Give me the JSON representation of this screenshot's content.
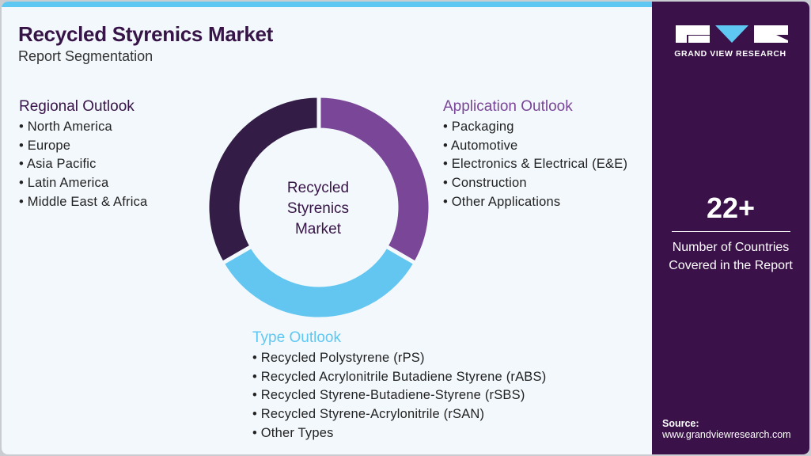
{
  "header": {
    "title": "Recycled Styrenics Market",
    "subtitle": "Report Segmentation"
  },
  "donut": {
    "center_label": [
      "Recycled",
      "Styrenics",
      "Market"
    ],
    "segments": [
      {
        "name": "Application Outlook",
        "share": 1,
        "color": "#7a4697"
      },
      {
        "name": "Type Outlook",
        "share": 1,
        "color": "#63c6f0"
      },
      {
        "name": "Regional Outlook",
        "share": 1,
        "color": "#331d46"
      }
    ]
  },
  "regional": {
    "heading": "Regional Outlook",
    "items": [
      "North America",
      "Europe",
      "Asia Pacific",
      "Latin America",
      "Middle East & Africa"
    ]
  },
  "application": {
    "heading": "Application Outlook",
    "items": [
      "Packaging",
      "Automotive",
      "Electronics & Electrical (E&E)",
      "Construction",
      "Other Applications"
    ]
  },
  "type": {
    "heading": "Type Outlook",
    "items": [
      "Recycled Polystyrene (rPS)",
      "Recycled Acrylonitrile Butadiene Styrene (rABS)",
      "Recycled Styrene-Butadiene-Styrene (rSBS)",
      "Recycled Styrene-Acrylonitrile (rSAN)",
      "Other Types"
    ]
  },
  "sidebar": {
    "logo_text": "GRAND VIEW RESEARCH",
    "stat_value": "22+",
    "stat_label_1": "Number of Countries",
    "stat_label_2": "Covered in the Report",
    "source_label": "Source:",
    "source_url": "www.grandviewresearch.com"
  }
}
